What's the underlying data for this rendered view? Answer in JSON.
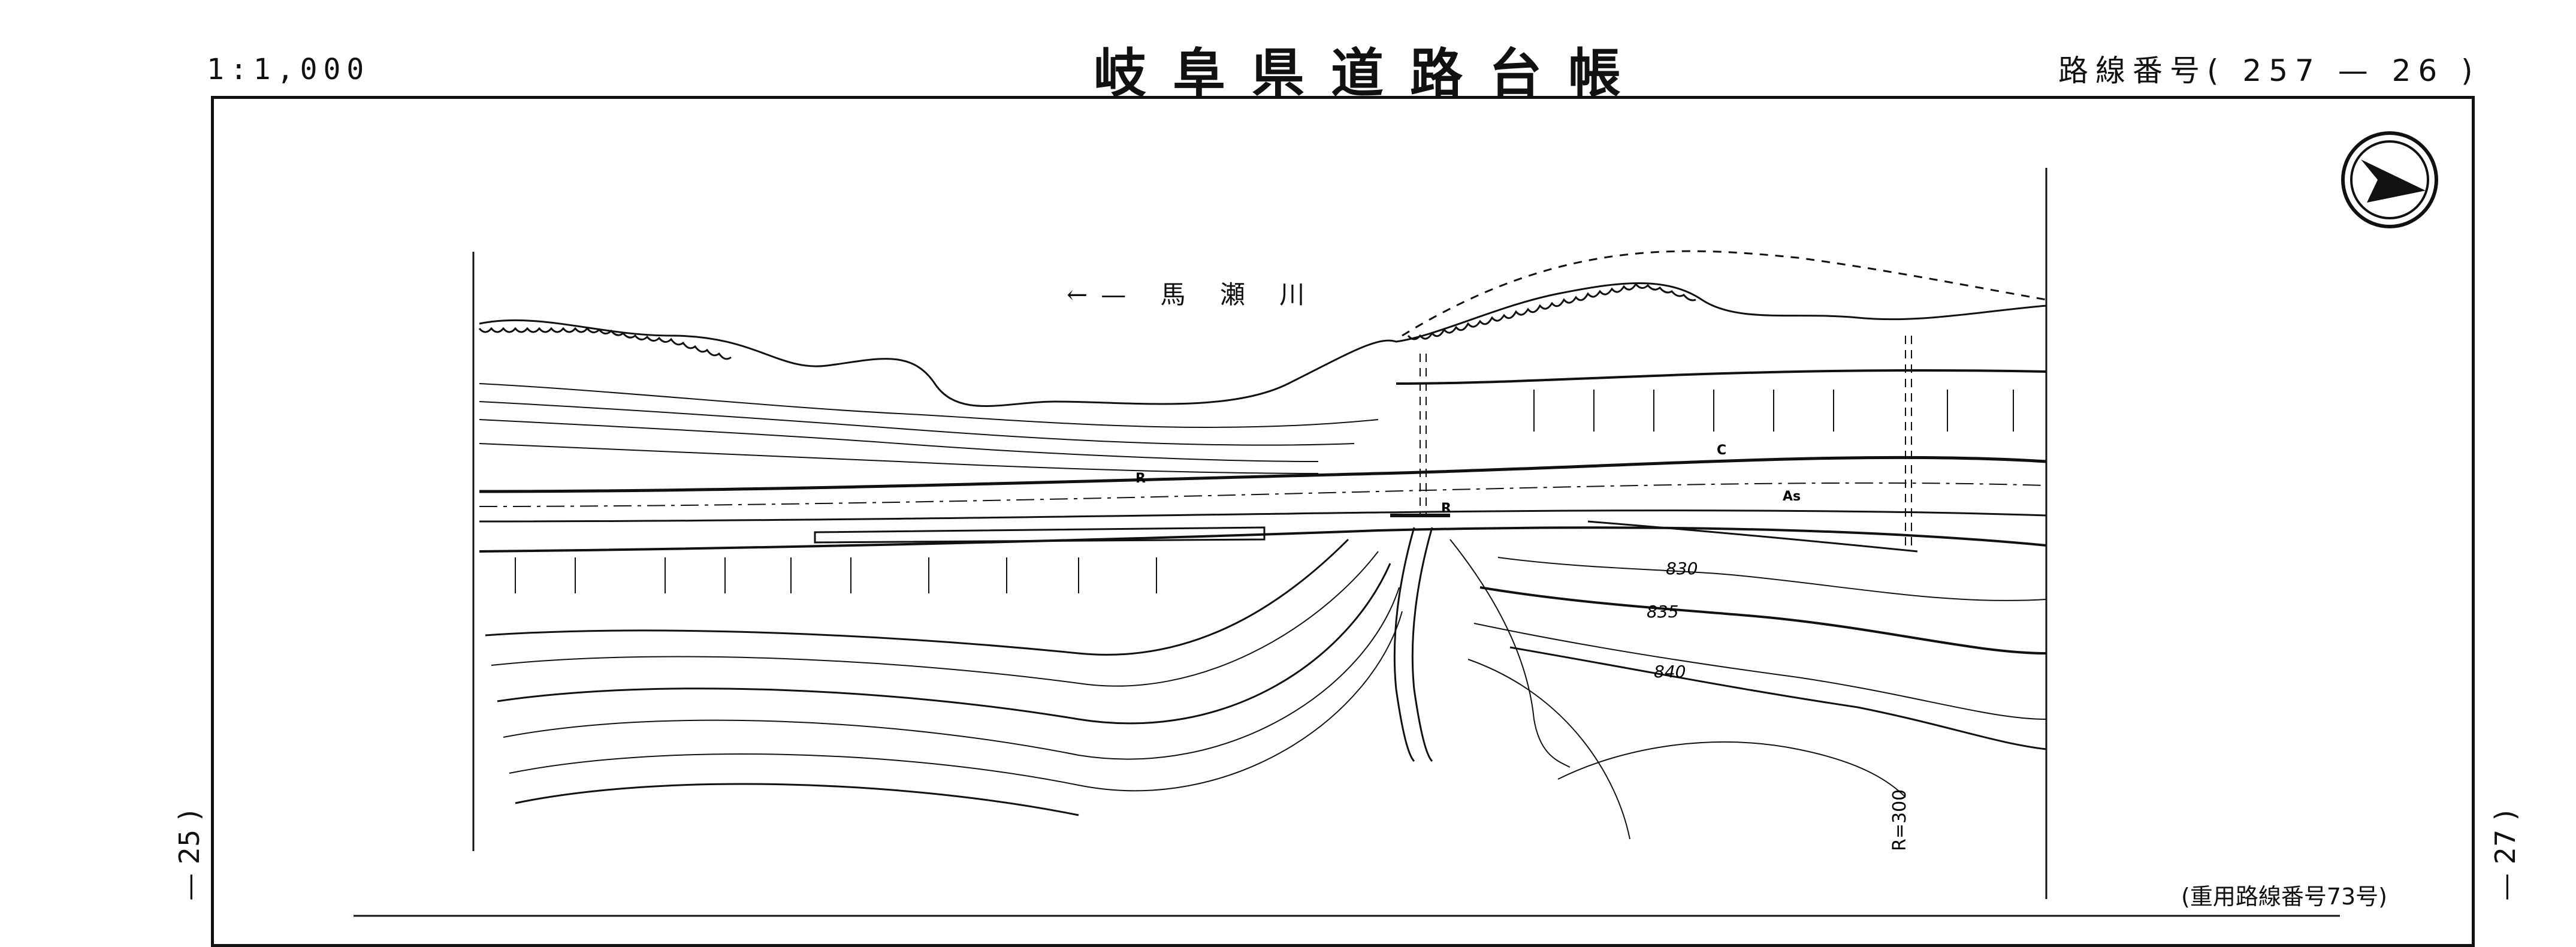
{
  "header": {
    "scale": "1:1,000",
    "title": "岐阜県道路台帳",
    "route_number": "路線番号( 257 — 26 )"
  },
  "map": {
    "river_label": "←— 馬 瀬 川",
    "contours": {
      "c830": "830",
      "c835": "835",
      "c840": "840"
    },
    "curve_radius": "R=300",
    "road_labels": {
      "r1": "R",
      "r2": "R",
      "c": "C",
      "as": "As"
    }
  },
  "footer": {
    "overlap_note": "(重用路線番号73号)",
    "left_page": "— 25 )",
    "right_page": "— 27 )"
  },
  "colors": {
    "ink": "#111111",
    "paper": "#ffffff"
  },
  "icons": {
    "north_arrow": "north-arrow-icon"
  }
}
